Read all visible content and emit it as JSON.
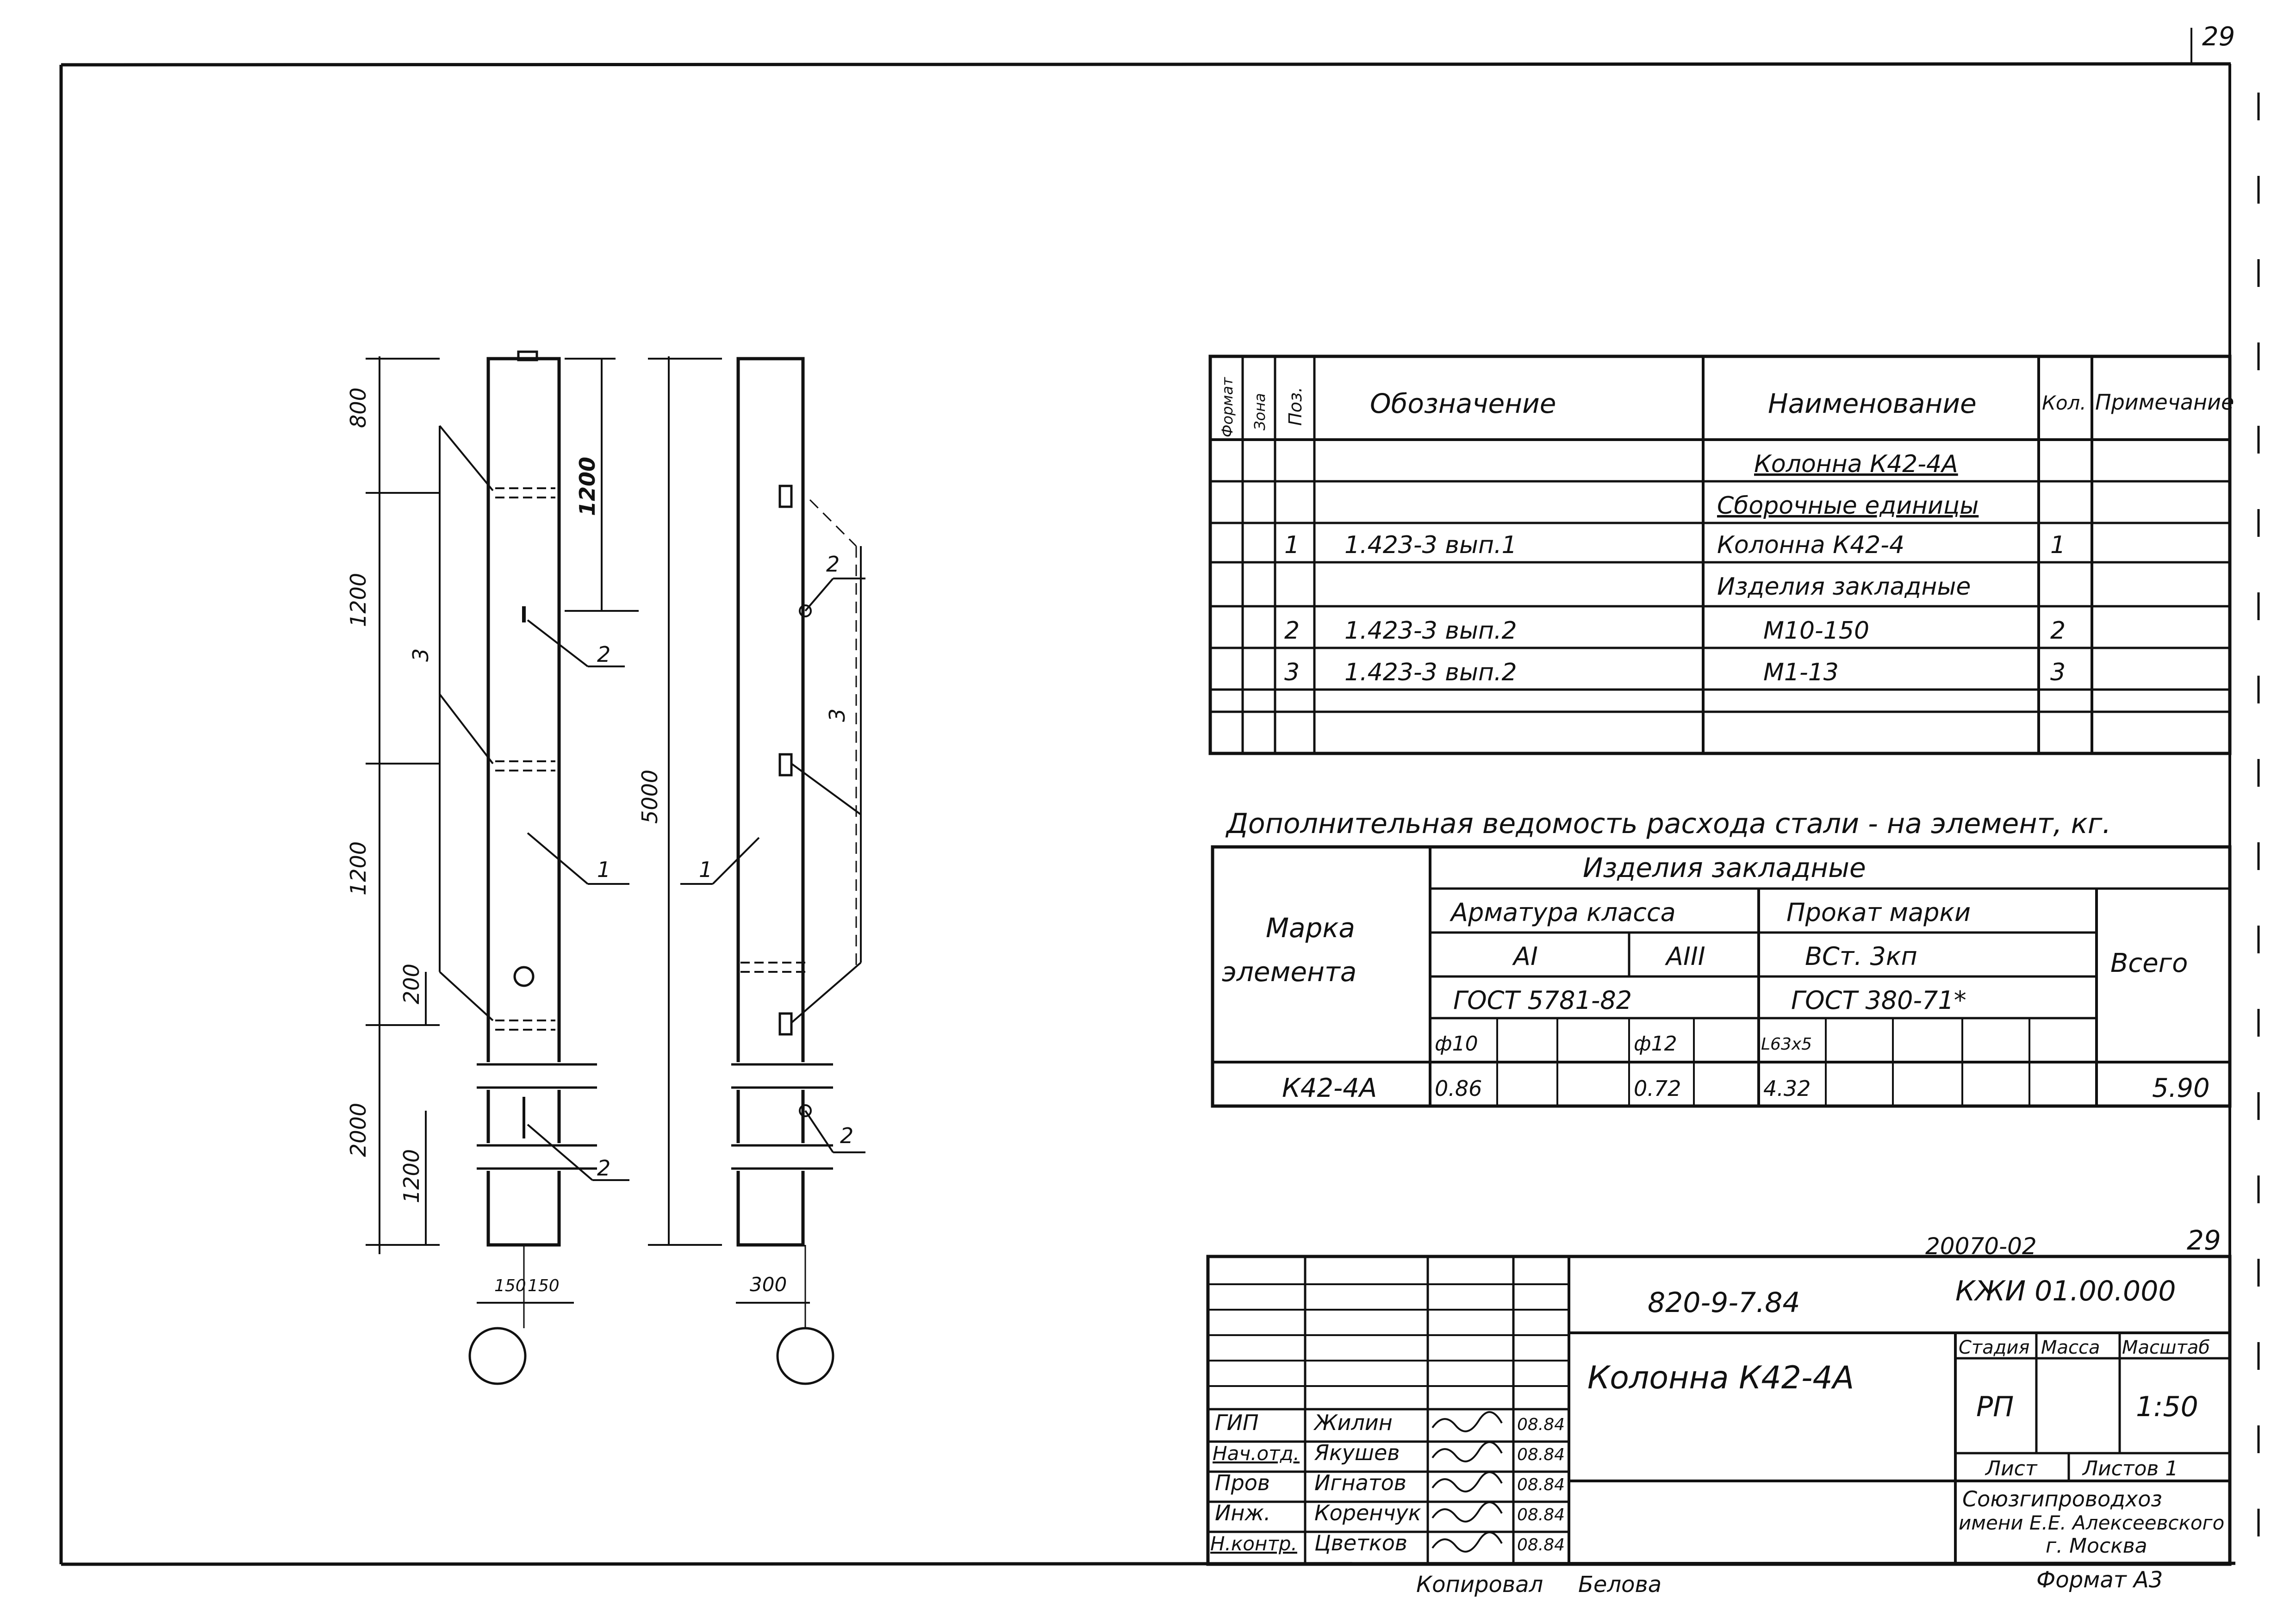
{
  "sheet": {
    "corner_number": "29",
    "copied_by": "Копировал",
    "copier_name": "Белова",
    "format": "Формат А3"
  },
  "drawing": {
    "dims_left": [
      "800",
      "1200",
      "1200",
      "200",
      "2000",
      "1200"
    ],
    "dim_1200_top": "1200",
    "dim_5000": "5000",
    "dims_bottom_left": [
      "150",
      "150"
    ],
    "dim_bottom_right": "300",
    "callouts": [
      "1",
      "2",
      "3"
    ]
  },
  "spec_table": {
    "headers": [
      "Формат",
      "Зона",
      "Поз.",
      "Обозначение",
      "Наименование",
      "Кол.",
      "Примечание"
    ],
    "rows": [
      {
        "pos": "",
        "designation": "",
        "name": "Колонна К42-4А",
        "qty": ""
      },
      {
        "pos": "",
        "designation": "",
        "name": "Сборочные единицы",
        "qty": ""
      },
      {
        "pos": "1",
        "designation": "1.423-3 вып.1",
        "name": "Колонна К42-4",
        "qty": "1"
      },
      {
        "pos": "",
        "designation": "",
        "name": "Изделия закладные",
        "qty": ""
      },
      {
        "pos": "2",
        "designation": "1.423-3 вып.2",
        "name": "М10-150",
        "qty": "2"
      },
      {
        "pos": "3",
        "designation": "1.423-3 вып.2",
        "name": "М1-13",
        "qty": "3"
      }
    ]
  },
  "steel_table": {
    "title": "Дополнительная ведомость расхода стали - на элемент, кг.",
    "mark_header_1": "Марка",
    "mark_header_2": "элемента",
    "group_header": "Изделия закладные",
    "rebar_header": "Арматура класса",
    "rolled_header": "Прокат марки",
    "total_header": "Всего",
    "class_a1": "АI",
    "class_a3": "АIII",
    "steel_grade": "ВСт. 3кп",
    "gost_rebar": "ГОСТ 5781-82",
    "gost_rolled": "ГОСТ 380-71*",
    "sub_cols": [
      "ф10",
      "ф12",
      "L63x5"
    ],
    "row": {
      "mark": "К42-4А",
      "v1": "0.86",
      "v2": "0.72",
      "v3": "4.32",
      "total": "5.90"
    }
  },
  "title_block": {
    "archive_no": "20070-02",
    "sheet_no": "29",
    "project_code": "820-9-7.84",
    "doc_code": "КЖИ 01.00.000",
    "item_name": "Колонна К42-4А",
    "stage_label": "Стадия",
    "mass_label": "Масса",
    "scale_label": "Масштаб",
    "stage": "РП",
    "scale": "1:50",
    "sheet_label": "Лист",
    "sheets_label": "Листов 1",
    "org_line1": "Союзгипроводхоз",
    "org_line2": "имени Е.Е. Алексеевского",
    "org_line3": "г. Москва",
    "signatures": [
      {
        "role": "ГИП",
        "name": "Жилин",
        "date": "08.84"
      },
      {
        "role": "Нач.отд.",
        "name": "Якушев",
        "date": "08.84"
      },
      {
        "role": "Пров",
        "name": "Игнатов",
        "date": "08.84"
      },
      {
        "role": "Инж.",
        "name": "Коренчук",
        "date": "08.84"
      },
      {
        "role": "Н.контр.",
        "name": "Цветков",
        "date": "08.84"
      }
    ]
  }
}
